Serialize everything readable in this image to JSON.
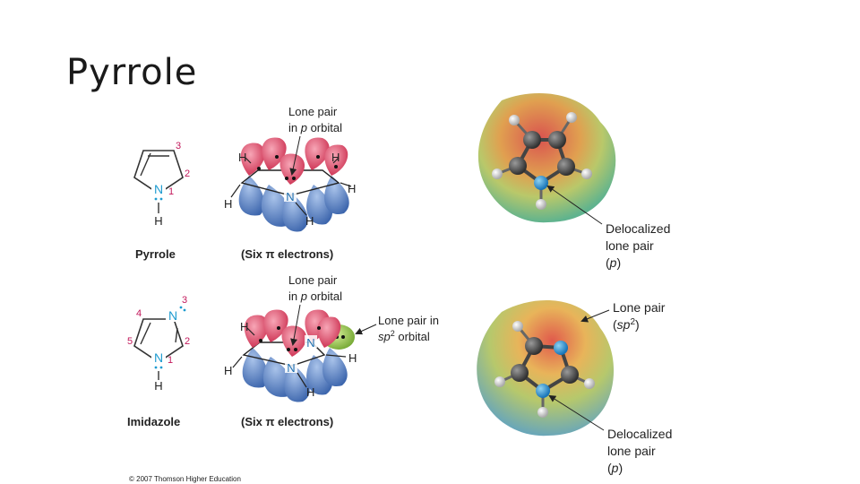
{
  "slide": {
    "title": "Pyrrole"
  },
  "colors": {
    "accent_number": "#c2185b",
    "nitrogen": "#1e9bd0",
    "lobe_red": "#e14a6a",
    "lobe_blue": "#5b86c8",
    "sp2_lobe": "#88c046"
  },
  "pyrrole": {
    "structure": {
      "n_label": "N",
      "h_label": "H",
      "numbers": {
        "n1": "1",
        "n2": "2",
        "n3": "3"
      }
    },
    "caption": "Pyrrole",
    "orbital": {
      "callout_line1": "Lone pair",
      "callout_line2": "in p orbital",
      "h_label": "H",
      "n_label": "N",
      "caption": "(Six π electrons)"
    },
    "map": {
      "callout": [
        "Delocalized",
        "lone pair",
        "(p)"
      ]
    }
  },
  "imidazole": {
    "structure": {
      "n_label": "N",
      "h_label": "H",
      "numbers": {
        "n1": "1",
        "n2": "2",
        "n3": "3",
        "n4": "4",
        "n5": "5"
      }
    },
    "caption": "Imidazole",
    "orbital": {
      "callout_line1": "Lone pair",
      "callout_line2": "in p orbital",
      "sp2_line1": "Lone pair in",
      "sp2_line2": "sp2 orbital",
      "h_label": "H",
      "n_label": "N",
      "caption": "(Six π electrons)"
    },
    "map": {
      "callout_top": [
        "Lone pair",
        "(sp2)"
      ],
      "callout_bottom": [
        "Delocalized",
        "lone pair",
        "(p)"
      ]
    }
  },
  "footer": {
    "copyright": "© 2007 Thomson Higher Education"
  }
}
